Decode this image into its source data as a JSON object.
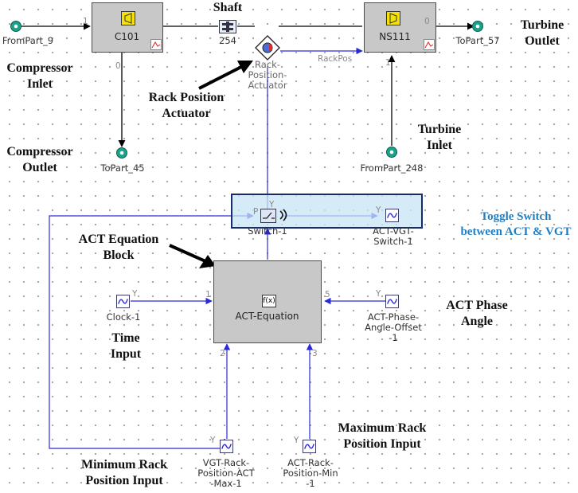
{
  "components": {
    "frompart9": "FromPart_9",
    "c101": "C101",
    "shaft_num": "254",
    "actuator": "Rack-\nPosition-\nActuator",
    "ns111": "NS111",
    "topart57": "ToPart_57",
    "topart45": "ToPart_45",
    "frompart248": "FromPart_248",
    "rackpos": "RackPos",
    "switch1": "Switch-1",
    "act_vgt_switch": "ACT-VGT-\nSwitch-1",
    "clock1": "Clock-1",
    "act_equation": "ACT-Equation",
    "fx": "f(x)",
    "phase_offset": "ACT-Phase-\nAngle-Offset\n-1",
    "vgt_max": "VGT-Rack-\nPosition-ACT\n-Max-1",
    "act_min": "ACT-Rack-\nPosition-Min\n-1"
  },
  "ports": {
    "c101_1": "1",
    "c101_0": "0",
    "ns111_0": "0",
    "ns111_1": "1",
    "eq_1": "1",
    "eq_2": "2",
    "eq_3": "3",
    "eq_5": "5",
    "y_clock": "Y",
    "y_phase": "Y",
    "y_vgtmax": "Y",
    "y_actmin": "Y",
    "y_switch_top": "Y",
    "y_switch_out": "Y",
    "p_switch": "P"
  },
  "annotations": {
    "shaft": "Shaft",
    "turbine_outlet": "Turbine\nOutlet",
    "compressor_inlet": "Compressor\nInlet",
    "rack_actuator": "Rack Position\nActuator",
    "turbine_inlet": "Turbine\nInlet",
    "compressor_outlet": "Compressor\nOutlet",
    "toggle_switch": "Toggle Switch\nbetween ACT & VGT",
    "act_eq_block": "ACT Equation\nBlock",
    "act_phase": "ACT Phase\nAngle",
    "time_input": "Time\nInput",
    "max_rack": "Maximum Rack\nPosition Input",
    "min_rack": "Minimum Rack\nPosition Input"
  },
  "colors": {
    "signal_wire": "#2a2ad8",
    "mech_wire": "#000000",
    "toggle_text": "#1f7fc4",
    "endpoint": "#1aa38a",
    "compressor_icon": "#f4e200"
  }
}
